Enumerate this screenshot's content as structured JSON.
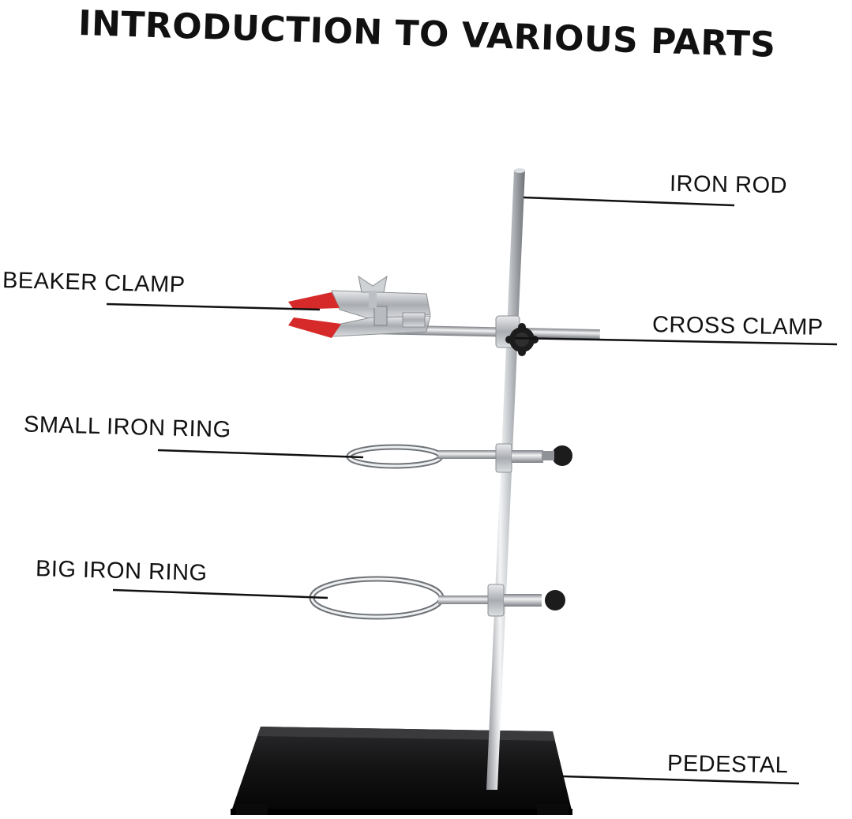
{
  "diagram": {
    "title": "INTRODUCTION TO VARIOUS PARTS",
    "labels": {
      "iron_rod": "IRON ROD",
      "beaker_clamp": "BEAKER CLAMP",
      "cross_clamp": "CROSS CLAMP",
      "small_iron_ring": "SMALL IRON RING",
      "big_iron_ring": "BIG IRON RING",
      "pedestal": "PEDESTAL"
    },
    "colors": {
      "text": "#111111",
      "metal": "#c9ccd0",
      "base": "#161616",
      "clamp_tips": "#d62a2a",
      "knob": "#1c1c1c"
    }
  }
}
